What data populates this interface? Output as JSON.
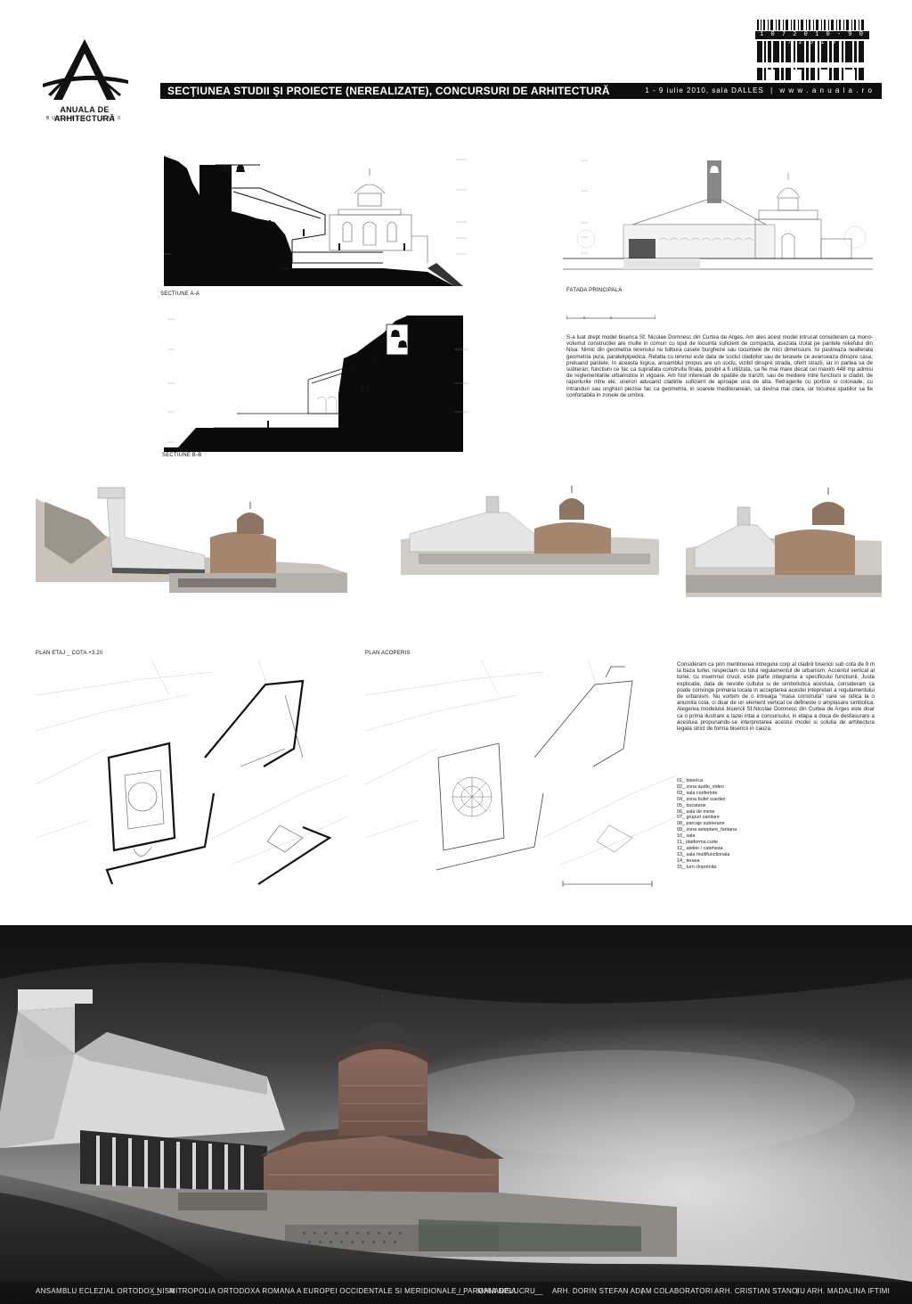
{
  "header": {
    "logo_name": "ANUALA DE ARHITECTURĂ",
    "logo_city": "BUCURESTI 2010",
    "barcode_date": "1 0 7 2 0 1 0 - 9 0 7 2 0 1 0",
    "section_title": "SECŢIUNEA  STUDII ŞI PROIECTE (NEREALIZATE), CONCURSURI DE ARHITECTURĂ",
    "dates": "1 - 9 iulie 2010, sala DALLES",
    "separator": "|",
    "website": "w w w . a n u a l a . r o"
  },
  "captions": {
    "section_aa": "SECTIUNE A-A",
    "facade": "FATADA PRINCIPALA",
    "section_bb": "SECTIUNE B-B",
    "plan_floor": "PLAN ETAJ _ COTA  +3.20",
    "plan_roof": "PLAN ACOPERIS"
  },
  "description_1": "S-a luat drept model biserica Sf. Nicolae Domnesc din Curtea de Arges. Am ales acest model intrucat consideram ca mono-volumul constructiei are multe in comun cu tipul de locuinta suficient de compacta, asezata izolat pe pantele reliefului din Nisa. Nimic din geometria terenului nu tulbura casele burgheze sau locuintele de mici dimensiuni. Isi pastreaza nealterata geometria pura, paralelipipedica. Relatia cu terenul este data de soclul cladirilor sau de terasele ce avanseaza dinspre casa, preluand pantele. In aceasta logica, ansamblul propus are un soclu, vizibil dinspre strada, oferit strazii, iar in partea sa de subteran; functiuni ce fac ca suprafata construita finala, posibil a fi utilizata, sa fie mai mare decat cei maxim 448 mp admisi de reglementarile urbanistice in vigoare. Am fost interesati de spatiile de tranzit, sau de mediere intre functiuni si cladiri, de raporturile intre ele, unerori aducand cladirile suficient de aproape una de alta. Retragerile cu portice si colonade, cu intranduri sau unghiuri piezise fac ca geometria, in soarele mediteranean, sa devina mai clara, iar locuirea spatiilor sa fie confortabila in zonele de umbra.",
  "description_2": "Consideram ca prin mentinerea intregului corp al cladirii bisericii sub cota de 9 m la baza turlei, respectam cu totul regulamentul de urbanism. Accentul vertical al turlei, cu insemnul crucii, este parte integranta a specificului functiunii. Justa explicatie, data de nevoile cultului si de simbolistica acestuia, consideram ca poate convinge primaria locala in acceptarea acestei intepretari a regulamentului de urbanism. Nu vorbim de o intreaga \"masa construita\" care se ridica la o anumita cota, ci doar de un element vertical ce defineste o amplasare simbolica. Alegerea modelului bisericii Sf.Nicolae Domnesc din Curtea de Arges este doar ca o prima ilustrare a tazei intai a concursului, in etapa a doua de desfasurare a acestuia propunandu-se interpretarea acestui model si solutia de arhitectura legata strict de forma bisericii in cauza.",
  "legend": [
    "01_ biserica",
    "02_ zona audio_video",
    "03_ sala conferinte",
    "04_ zona bufet suedez",
    "05_ bucatarie",
    "06_ sala de mese",
    "07_ grupuri sanitare",
    "08_ parcaje subterane",
    "09_ zona asteptare_fantana",
    "10_ sala",
    "11_ platforma curte",
    "12_ atelier / cateheza",
    "13_ sala multifunctionala",
    "14_ terasa",
    "15_ turn clopotnita"
  ],
  "footer": {
    "project": "ANSAMBLU ECLEZIAL ORTODOX NISA",
    "sep1": "__",
    "client": "MITROPOLIA ORTODOXA ROMANA A EUROPEI OCCIDENTALE SI MERIDIONALE / PAROHIA NISA",
    "sep2": "__",
    "office": "MANADELUCRU",
    "sep3": "__",
    "author": "ARH. DORIN STEFAN ADAM",
    "sep4": "|",
    "collab_label": "COLABORATORI :",
    "collab1": "ARH. CRISTIAN STANOIU",
    "sep5": "|",
    "collab2": "ARH. MADALINA IFTIMI"
  }
}
